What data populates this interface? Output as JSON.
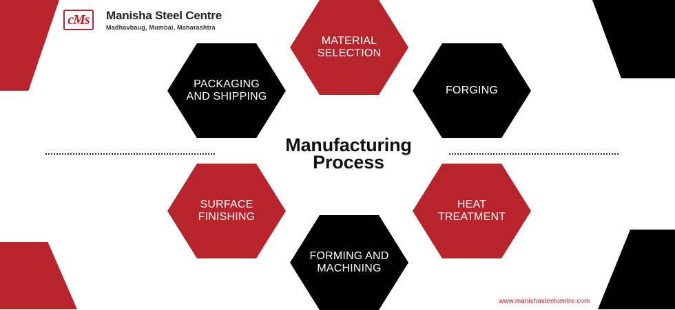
{
  "colors": {
    "red": "#b8242c",
    "black": "#000000"
  },
  "brand": {
    "logo_text": "cMs",
    "name": "Manisha Steel Centre",
    "address": "Madhavbaug, Mumbai, Maharashtra"
  },
  "title": "Manufacturing Process",
  "steps": [
    {
      "label": "MATERIAL SELECTION",
      "color": "red"
    },
    {
      "label": "FORGING",
      "color": "black"
    },
    {
      "label": "HEAT TREATMENT",
      "color": "red"
    },
    {
      "label": "FORMING AND MACHINING",
      "color": "black"
    },
    {
      "label": "SURFACE FINISHING",
      "color": "red"
    },
    {
      "label": "PACKAGING AND SHIPPING",
      "color": "black"
    }
  ],
  "website": "www.manishasteelcentre.com"
}
